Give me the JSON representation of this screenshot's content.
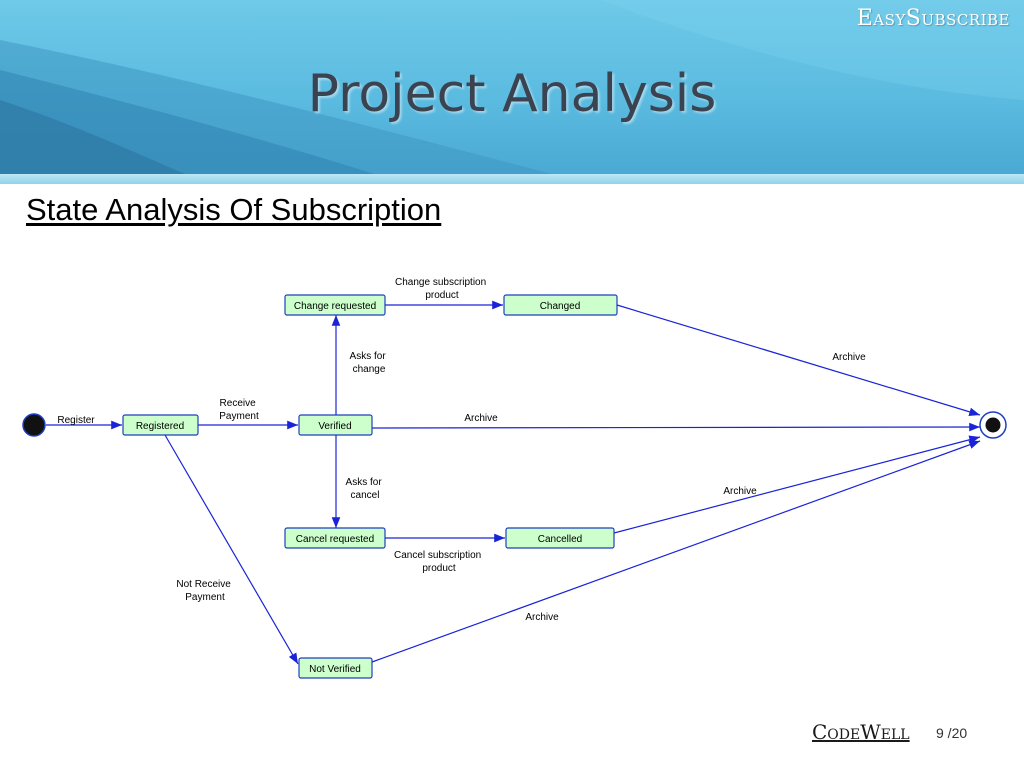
{
  "header": {
    "brand": "EasySubscribe",
    "title": "Project Analysis"
  },
  "section_title": "State Analysis Of Subscription",
  "diagram": {
    "states": {
      "change_requested": "Change requested",
      "changed": "Changed",
      "registered": "Registered",
      "verified": "Verified",
      "cancel_requested": "Cancel requested",
      "cancelled": "Cancelled",
      "not_verified": "Not Verified"
    },
    "transitions": {
      "register": "Register",
      "receive_payment": [
        "Receive",
        "Payment"
      ],
      "asks_for_change": [
        "Asks for",
        "change"
      ],
      "change_subscription_product": [
        "Change subscription",
        "product"
      ],
      "archive_changed": "Archive",
      "archive_verified": "Archive",
      "asks_for_cancel": [
        "Asks for",
        "cancel"
      ],
      "cancel_subscription_product": [
        "Cancel subscription",
        "product"
      ],
      "archive_cancelled": "Archive",
      "not_receive_payment": [
        "Not Receive",
        "Payment"
      ],
      "archive_not_verified": "Archive"
    }
  },
  "footer": {
    "brand": "CodeWell",
    "page": "9 /20"
  },
  "colors": {
    "state_fill": "#ccffcc",
    "state_stroke": "#1f3fbf",
    "arrow": "#1a24d6"
  }
}
